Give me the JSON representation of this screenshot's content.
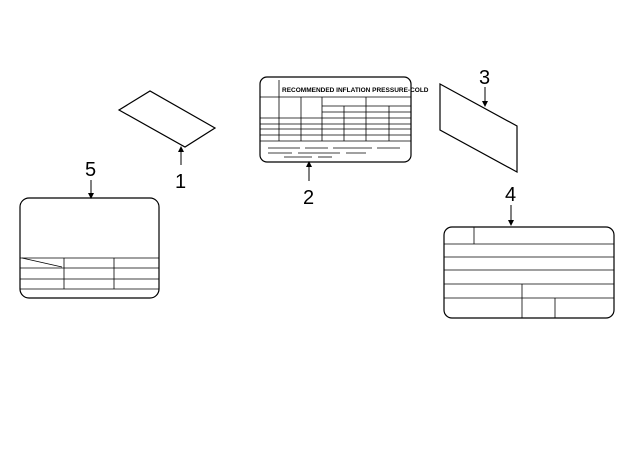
{
  "callouts": {
    "c1": "1",
    "c2": "2",
    "c3": "3",
    "c4": "4",
    "c5": "5"
  },
  "labels": {
    "tire_label_heading": "RECOMMENDED INFLATION PRESSURE-COLD"
  },
  "colors": {
    "line": "#000000",
    "background": "#ffffff"
  }
}
